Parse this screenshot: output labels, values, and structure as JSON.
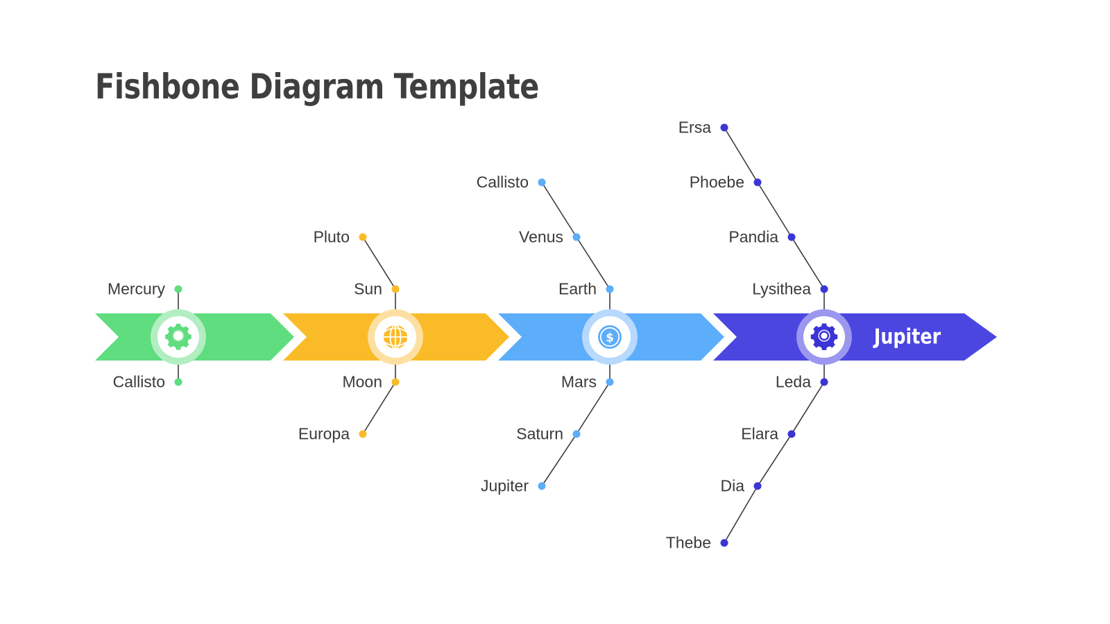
{
  "title": "Fishbone Diagram Template",
  "head": {
    "label": "Jupiter",
    "color": "#4b46e0"
  },
  "colors": {
    "green": "#5fdd7f",
    "green_ring": "#b2eec1",
    "orange": "#fabb28",
    "orange_ring": "#fde0a1",
    "blue": "#5cadfa",
    "blue_ring": "#b6d9fd",
    "indigo": "#4b46e0",
    "indigo_ring": "#9b97ee",
    "label_text": "#3a3a3c",
    "title_text": "#3f3f41",
    "branch_line": "#3b3b3d",
    "background": "#ffffff"
  },
  "segments": [
    {
      "id": "segment-green",
      "icon": "gear-icon",
      "color": "#5fdd7f",
      "ring": "#b2eec1",
      "up_labels": [
        "Mercury"
      ],
      "down_labels": [
        "Callisto"
      ]
    },
    {
      "id": "segment-orange",
      "icon": "globe-icon",
      "color": "#fabb28",
      "ring": "#fde0a1",
      "up_labels": [
        "Sun",
        "Pluto"
      ],
      "down_labels": [
        "Moon",
        "Europa"
      ]
    },
    {
      "id": "segment-blue",
      "icon": "coin-dollar-icon",
      "color": "#5cadfa",
      "ring": "#b6d9fd",
      "up_labels": [
        "Earth",
        "Venus",
        "Callisto"
      ],
      "down_labels": [
        "Mars",
        "Saturn",
        "Jupiter"
      ]
    },
    {
      "id": "segment-indigo",
      "icon": "cog-ring-icon",
      "color": "#4b46e0",
      "ring": "#9b97ee",
      "up_labels": [
        "Lysithea",
        "Pandia",
        "Phoebe",
        "Ersa"
      ],
      "down_labels": [
        "Leda",
        "Elara",
        "Dia",
        "Thebe"
      ]
    }
  ],
  "labels": {
    "mercury": "Mercury",
    "callisto_green": "Callisto",
    "sun": "Sun",
    "pluto": "Pluto",
    "moon": "Moon",
    "europa": "Europa",
    "earth": "Earth",
    "venus": "Venus",
    "callisto_blue": "Callisto",
    "mars": "Mars",
    "saturn": "Saturn",
    "jupiter_branch": "Jupiter",
    "lysithea": "Lysithea",
    "pandia": "Pandia",
    "phoebe": "Phoebe",
    "ersa": "Ersa",
    "leda": "Leda",
    "elara": "Elara",
    "dia": "Dia",
    "thebe": "Thebe"
  }
}
